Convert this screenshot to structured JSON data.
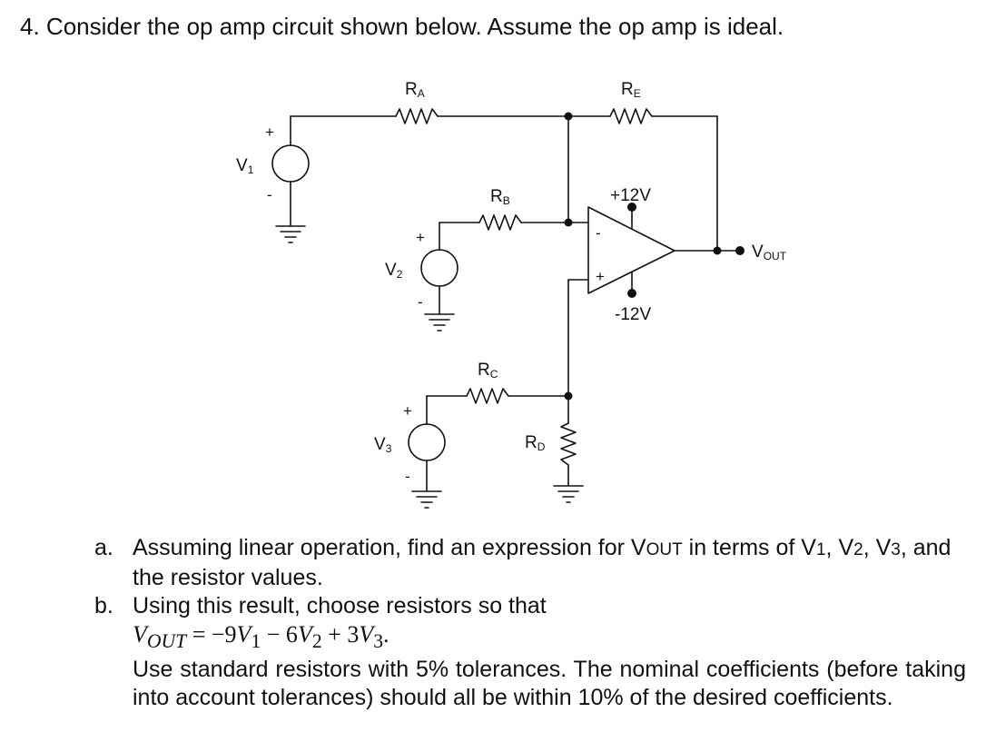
{
  "question": {
    "number": "4.",
    "text": "Consider the op amp circuit shown below.  Assume the op amp is ideal."
  },
  "circuit": {
    "sources": [
      {
        "name": "V",
        "sub": "1",
        "plus": "+",
        "minus": "-"
      },
      {
        "name": "V",
        "sub": "2",
        "plus": "+",
        "minus": "-"
      },
      {
        "name": "V",
        "sub": "3",
        "plus": "+",
        "minus": "-"
      }
    ],
    "resistors": {
      "ra": {
        "name": "R",
        "sub": "A"
      },
      "rb": {
        "name": "R",
        "sub": "B"
      },
      "rc": {
        "name": "R",
        "sub": "C"
      },
      "rd": {
        "name": "R",
        "sub": "D"
      },
      "re": {
        "name": "R",
        "sub": "E"
      }
    },
    "opamp": {
      "inverting": "-",
      "noninverting": "+",
      "vpos": "+12V",
      "vneg": "-12V"
    },
    "output": {
      "name": "V",
      "sub": "OUT"
    }
  },
  "parts": {
    "a": {
      "letter": "a.",
      "t1": "Assuming linear operation, find an expression for V",
      "t2": "OUT",
      "t3": " in terms of V",
      "t4": "1",
      "t5": ", V",
      "t6": "2",
      "t7": ", V",
      "t8": "3",
      "t9": ", and the resistor values."
    },
    "b": {
      "letter": "b.",
      "intro": "Using this result, choose resistors so that",
      "eq": {
        "v1": "V",
        "s1": "OUT",
        "op": " = −9",
        "v2": "V",
        "s2": "1",
        "op2": " − 6",
        "v3": "V",
        "s3": "2",
        "op3": " + 3",
        "v4": "V",
        "s4": "3",
        "end": "."
      },
      "note": "Use standard resistors with 5% tolerances.  The nominal coefficients (before taking into account tolerances) should all be within 10% of the desired coefficients."
    }
  }
}
